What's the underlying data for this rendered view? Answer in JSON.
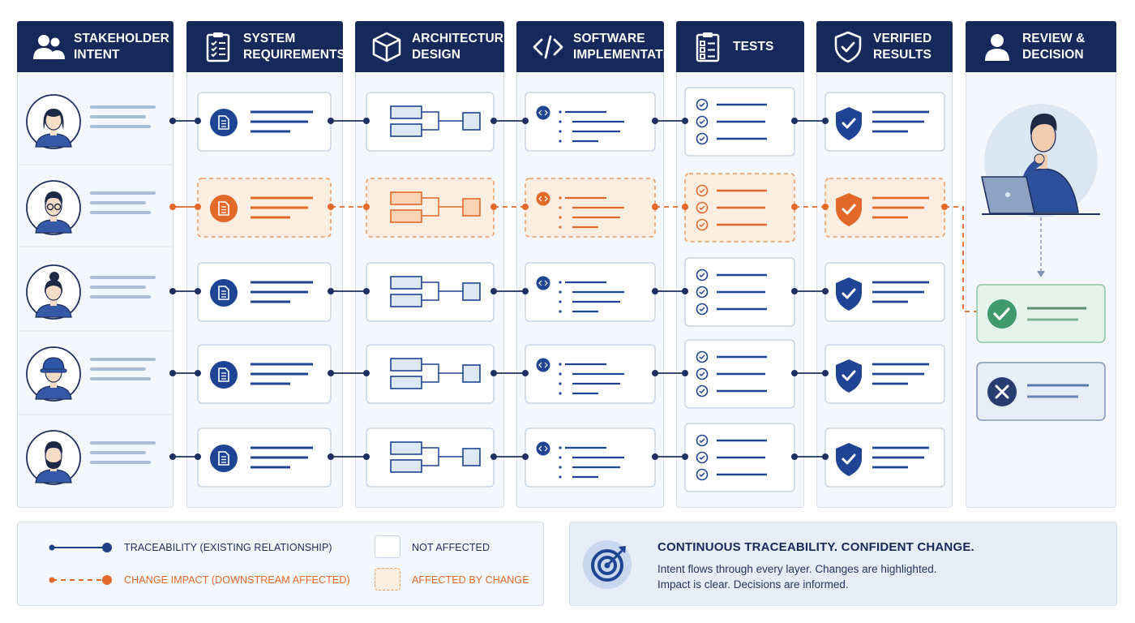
{
  "columns": [
    {
      "title": "STAKEHOLDER\nINTENT",
      "icon": "people-icon"
    },
    {
      "title": "SYSTEM\nREQUIREMENTS",
      "icon": "clipboard-checklist-icon"
    },
    {
      "title": "ARCHITECTURE\nDESIGN",
      "icon": "cube-icon"
    },
    {
      "title": "SOFTWARE\nIMPLEMENTATION",
      "icon": "code-brackets-icon"
    },
    {
      "title": "TESTS",
      "icon": "checklist-icon"
    },
    {
      "title": "VERIFIED\nRESULTS",
      "icon": "shield-check-icon"
    },
    {
      "title": "REVIEW &\nDECISION",
      "icon": "person-icon"
    }
  ],
  "rows": [
    {
      "stakeholder": "woman-avatar",
      "affected": false
    },
    {
      "stakeholder": "man-glasses-avatar",
      "affected": true
    },
    {
      "stakeholder": "woman-bun-avatar",
      "affected": false
    },
    {
      "stakeholder": "worker-hardhat-avatar",
      "affected": false
    },
    {
      "stakeholder": "bearded-man-avatar",
      "affected": false
    }
  ],
  "decision": {
    "approve_icon": "check-circle-icon",
    "reject_icon": "x-circle-icon",
    "reviewer": "reviewer-with-laptop"
  },
  "legend": {
    "traceability": "TRACEABILITY (EXISTING RELATIONSHIP)",
    "change_impact": "CHANGE IMPACT (DOWNSTREAM AFFECTED)",
    "not_affected": "NOT AFFECTED",
    "affected": "AFFECTED BY CHANGE"
  },
  "summary": {
    "icon": "target-arrow-icon",
    "title": "CONTINUOUS TRACEABILITY. CONFIDENT CHANGE.",
    "line1": "Intent flows through every layer. Changes are highlighted.",
    "line2": "Impact is clear. Decisions are informed."
  },
  "colors": {
    "navy": "#16295a",
    "blue": "#1f4493",
    "orange": "#e2692a",
    "orange_fill": "#fdeee2",
    "green": "#3f9a6b",
    "green_fill": "#e6f3ec"
  }
}
